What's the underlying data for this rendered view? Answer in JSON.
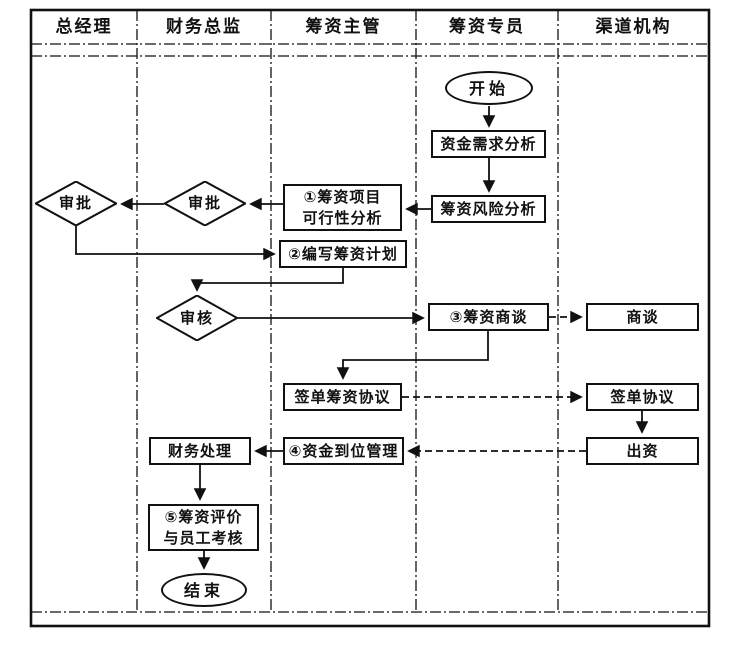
{
  "colors": {
    "line": "#111111",
    "background": "#ffffff",
    "box_fill": "#ffffff"
  },
  "lanes": [
    {
      "label": "总经理"
    },
    {
      "label": "财务总监"
    },
    {
      "label": "筹资主管"
    },
    {
      "label": "筹资专员"
    },
    {
      "label": "渠道机构"
    }
  ],
  "nodes": {
    "start": {
      "label": "开始"
    },
    "demand": {
      "label": "资金需求分析"
    },
    "risk": {
      "label": "筹资风险分析"
    },
    "feasibility": {
      "line1": "①筹资项目",
      "line2": "可行性分析"
    },
    "approve_cfo": {
      "label": "审批"
    },
    "approve_gm": {
      "label": "审批"
    },
    "plan": {
      "label": "②编写筹资计划"
    },
    "review": {
      "label": "审核"
    },
    "negotiation": {
      "label": "③筹资商谈"
    },
    "channel_negotiation": {
      "label": "商谈"
    },
    "sign": {
      "label": "签单筹资协议"
    },
    "channel_sign": {
      "label": "签单协议"
    },
    "contribute": {
      "label": "出资"
    },
    "arrival": {
      "label": "④资金到位管理"
    },
    "finance": {
      "label": "财务处理"
    },
    "evaluation": {
      "line1": "⑤筹资评价",
      "line2": "与员工考核"
    },
    "end": {
      "label": "结束"
    }
  },
  "edges": [
    {
      "from": "开始",
      "to": "资金需求分析",
      "style": "solid"
    },
    {
      "from": "资金需求分析",
      "to": "筹资风险分析",
      "style": "solid"
    },
    {
      "from": "筹资风险分析",
      "to": "①筹资项目可行性分析",
      "style": "solid"
    },
    {
      "from": "①筹资项目可行性分析",
      "to": "审批(财务总监)",
      "style": "solid"
    },
    {
      "from": "审批(财务总监)",
      "to": "审批(总经理)",
      "style": "solid"
    },
    {
      "from": "审批(总经理)",
      "to": "②编写筹资计划",
      "style": "solid"
    },
    {
      "from": "②编写筹资计划",
      "to": "审核",
      "style": "solid"
    },
    {
      "from": "审核",
      "to": "③筹资商谈",
      "style": "solid"
    },
    {
      "from": "③筹资商谈",
      "to": "商谈",
      "style": "dashed"
    },
    {
      "from": "③筹资商谈",
      "to": "签单筹资协议",
      "style": "solid"
    },
    {
      "from": "签单筹资协议",
      "to": "签单协议",
      "style": "dashed"
    },
    {
      "from": "签单协议",
      "to": "出资",
      "style": "solid"
    },
    {
      "from": "出资",
      "to": "④资金到位管理",
      "style": "dashed"
    },
    {
      "from": "④资金到位管理",
      "to": "财务处理",
      "style": "solid"
    },
    {
      "from": "财务处理",
      "to": "⑤筹资评价与员工考核",
      "style": "solid"
    },
    {
      "from": "⑤筹资评价与员工考核",
      "to": "结束",
      "style": "solid"
    }
  ]
}
